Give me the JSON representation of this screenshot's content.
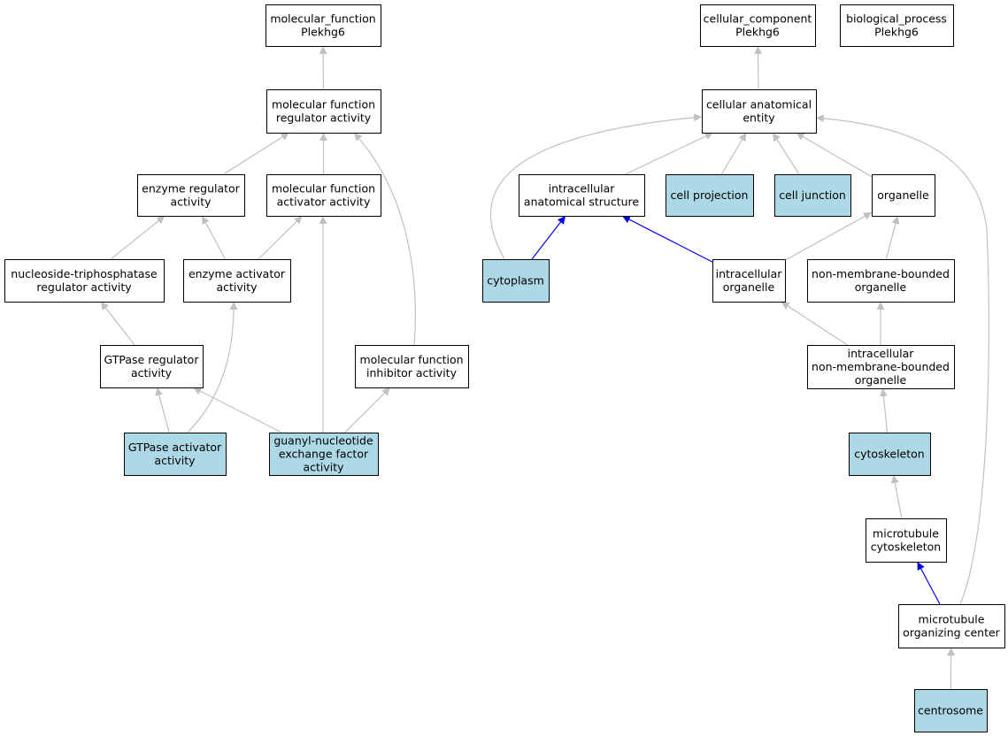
{
  "colors": {
    "highlight_fill": "#add8e6",
    "plain_fill": "#ffffff",
    "edge_gray": "#c0c0c0",
    "edge_blue": "#0000ee"
  },
  "nodes": [
    {
      "id": "mf_root",
      "lines": [
        "molecular_function",
        "Plekhg6"
      ],
      "highlight": false
    },
    {
      "id": "cc_root",
      "lines": [
        "cellular_component",
        "Plekhg6"
      ],
      "highlight": false
    },
    {
      "id": "bp_root",
      "lines": [
        "biological_process",
        "Plekhg6"
      ],
      "highlight": false
    },
    {
      "id": "mf_reg",
      "lines": [
        "molecular function",
        "regulator activity"
      ],
      "highlight": false
    },
    {
      "id": "cae",
      "lines": [
        "cellular anatomical",
        "entity"
      ],
      "highlight": false
    },
    {
      "id": "enz_reg",
      "lines": [
        "enzyme regulator",
        "activity"
      ],
      "highlight": false
    },
    {
      "id": "mf_act",
      "lines": [
        "molecular function",
        "activator activity"
      ],
      "highlight": false
    },
    {
      "id": "ias",
      "lines": [
        "intracellular",
        "anatomical structure"
      ],
      "highlight": false
    },
    {
      "id": "cell_proj",
      "lines": [
        "cell projection"
      ],
      "highlight": true
    },
    {
      "id": "cell_junc",
      "lines": [
        "cell junction"
      ],
      "highlight": true
    },
    {
      "id": "organelle",
      "lines": [
        "organelle"
      ],
      "highlight": false
    },
    {
      "id": "ntp_reg",
      "lines": [
        "nucleoside-triphosphatase",
        "regulator activity"
      ],
      "highlight": false
    },
    {
      "id": "enz_act",
      "lines": [
        "enzyme activator",
        "activity"
      ],
      "highlight": false
    },
    {
      "id": "cytoplasm",
      "lines": [
        "cytoplasm"
      ],
      "highlight": true
    },
    {
      "id": "ic_org",
      "lines": [
        "intracellular",
        "organelle"
      ],
      "highlight": false
    },
    {
      "id": "nmb_org",
      "lines": [
        "non-membrane-bounded",
        "organelle"
      ],
      "highlight": false
    },
    {
      "id": "gtp_reg",
      "lines": [
        "GTPase regulator",
        "activity"
      ],
      "highlight": false
    },
    {
      "id": "mf_inh",
      "lines": [
        "molecular function",
        "inhibitor activity"
      ],
      "highlight": false
    },
    {
      "id": "ic_nmb",
      "lines": [
        "intracellular",
        "non-membrane-bounded",
        "organelle"
      ],
      "highlight": false
    },
    {
      "id": "gtp_act",
      "lines": [
        "GTPase activator",
        "activity"
      ],
      "highlight": true
    },
    {
      "id": "gef",
      "lines": [
        "guanyl-nucleotide",
        "exchange factor",
        "activity"
      ],
      "highlight": true
    },
    {
      "id": "cytoskeleton",
      "lines": [
        "cytoskeleton"
      ],
      "highlight": true
    },
    {
      "id": "mt_cyto",
      "lines": [
        "microtubule",
        "cytoskeleton"
      ],
      "highlight": false
    },
    {
      "id": "mtoc",
      "lines": [
        "microtubule",
        "organizing center"
      ],
      "highlight": false
    },
    {
      "id": "centrosome",
      "lines": [
        "centrosome"
      ],
      "highlight": true
    }
  ],
  "edges": [
    {
      "from": "mf_reg",
      "to": "mf_root",
      "color": "gray"
    },
    {
      "from": "enz_reg",
      "to": "mf_reg",
      "color": "gray"
    },
    {
      "from": "mf_act",
      "to": "mf_reg",
      "color": "gray"
    },
    {
      "from": "mf_inh",
      "to": "mf_reg",
      "color": "gray"
    },
    {
      "from": "ntp_reg",
      "to": "enz_reg",
      "color": "gray"
    },
    {
      "from": "enz_act",
      "to": "enz_reg",
      "color": "gray"
    },
    {
      "from": "enz_act",
      "to": "mf_act",
      "color": "gray"
    },
    {
      "from": "gtp_reg",
      "to": "ntp_reg",
      "color": "gray"
    },
    {
      "from": "gtp_act",
      "to": "gtp_reg",
      "color": "gray"
    },
    {
      "from": "gtp_act",
      "to": "enz_act",
      "color": "gray"
    },
    {
      "from": "gef",
      "to": "gtp_reg",
      "color": "gray"
    },
    {
      "from": "gef",
      "to": "mf_act",
      "color": "gray"
    },
    {
      "from": "gef",
      "to": "mf_inh",
      "color": "gray"
    },
    {
      "from": "cae",
      "to": "cc_root",
      "color": "gray"
    },
    {
      "from": "ias",
      "to": "cae",
      "color": "gray"
    },
    {
      "from": "cell_proj",
      "to": "cae",
      "color": "gray"
    },
    {
      "from": "cell_junc",
      "to": "cae",
      "color": "gray"
    },
    {
      "from": "organelle",
      "to": "cae",
      "color": "gray"
    },
    {
      "from": "cytoplasm",
      "to": "cae",
      "color": "gray"
    },
    {
      "from": "mtoc",
      "to": "cae",
      "color": "gray"
    },
    {
      "from": "cytoplasm",
      "to": "ias",
      "color": "blue"
    },
    {
      "from": "ic_org",
      "to": "ias",
      "color": "blue"
    },
    {
      "from": "ic_org",
      "to": "organelle",
      "color": "gray"
    },
    {
      "from": "nmb_org",
      "to": "organelle",
      "color": "gray"
    },
    {
      "from": "ic_nmb",
      "to": "ic_org",
      "color": "gray"
    },
    {
      "from": "ic_nmb",
      "to": "nmb_org",
      "color": "gray"
    },
    {
      "from": "cytoskeleton",
      "to": "ic_nmb",
      "color": "gray"
    },
    {
      "from": "mt_cyto",
      "to": "cytoskeleton",
      "color": "gray"
    },
    {
      "from": "mtoc",
      "to": "mt_cyto",
      "color": "blue"
    },
    {
      "from": "centrosome",
      "to": "mtoc",
      "color": "gray"
    }
  ]
}
